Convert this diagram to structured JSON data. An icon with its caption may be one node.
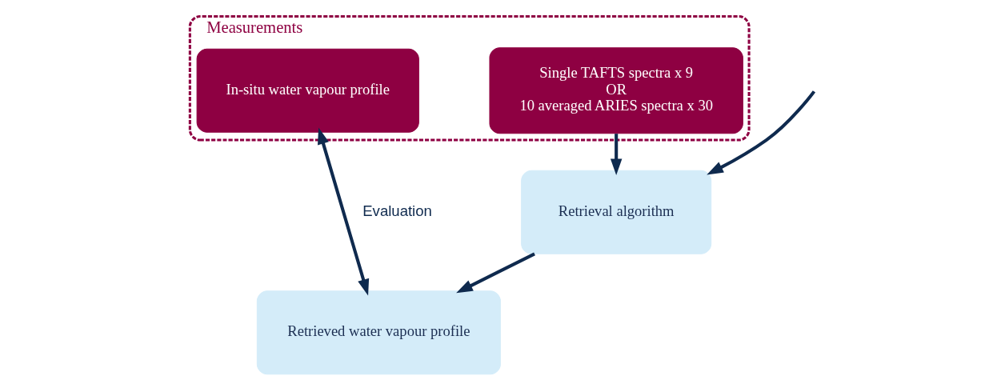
{
  "diagram": {
    "nodes": [
      {
        "text": [
          "Measurements"
        ]
      },
      {
        "text": [
          "Single TAFTS spectra x 9",
          "OR",
          "10 averaged ARIES spectra x 30"
        ],
        "in": 0
      },
      {
        "text": [
          "In-situ water vapour profile"
        ],
        "in": 0
      },
      {
        "text": [
          "Retrieval algorithm"
        ]
      },
      {
        "text": [
          "Retrieved water vapour profile"
        ]
      }
    ],
    "edges": [
      {
        "from": 1,
        "to": 3,
        "arrow": "to"
      },
      {
        "from": 3,
        "to": 4,
        "arrow": "to"
      },
      {
        "from": 4,
        "to": 2,
        "arrow": "both",
        "label": "Evaluation"
      },
      {
        "from": null,
        "to": 3,
        "arrow": "to"
      }
    ]
  }
}
